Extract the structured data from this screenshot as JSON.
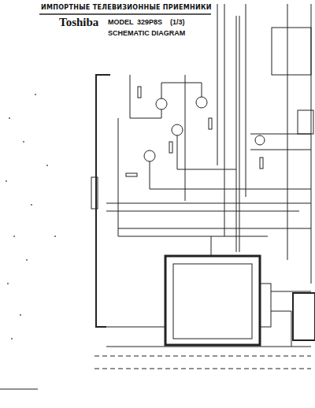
{
  "diagram": {
    "title": "ИМПОРТНЫЕ ТЕЛЕВИЗИОННЫЕ ПРИЕМНИКИ",
    "labels": [
      "Toshiba",
      "MODEL",
      "329P8S",
      "(1/3)",
      "SCHEMATIC DIAGRAM"
    ]
  }
}
